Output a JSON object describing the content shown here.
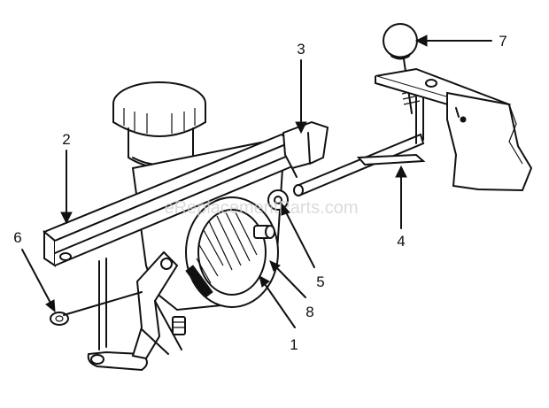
{
  "diagram": {
    "watermark": "eReplacementParts.com",
    "callouts": [
      {
        "id": "callout-1",
        "label": "1"
      },
      {
        "id": "callout-2",
        "label": "2"
      },
      {
        "id": "callout-3",
        "label": "3"
      },
      {
        "id": "callout-4",
        "label": "4"
      },
      {
        "id": "callout-5",
        "label": "5"
      },
      {
        "id": "callout-6",
        "label": "6"
      },
      {
        "id": "callout-7",
        "label": "7"
      },
      {
        "id": "callout-8",
        "label": "8"
      }
    ]
  }
}
